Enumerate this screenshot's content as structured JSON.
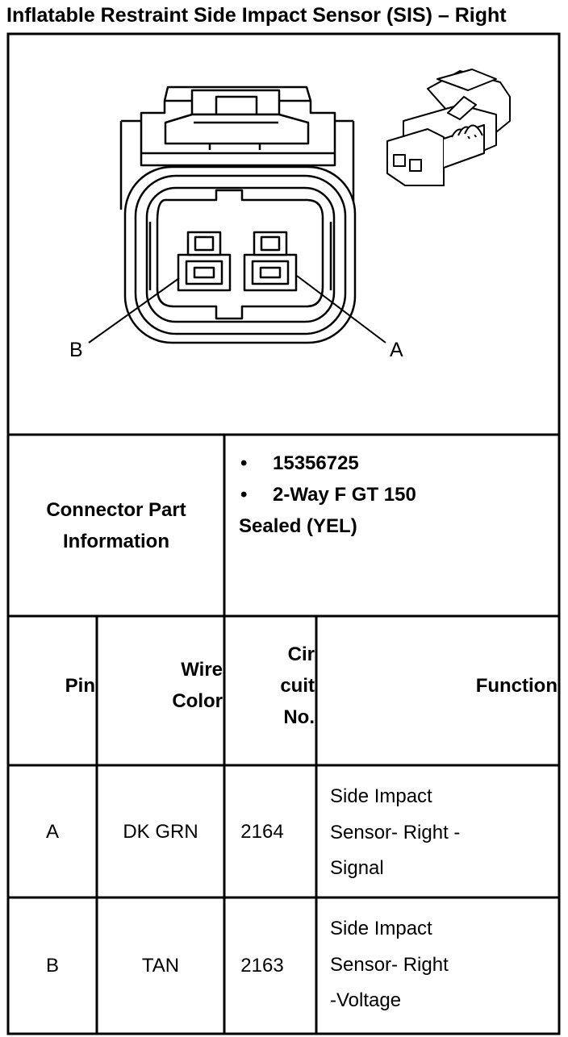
{
  "title": "Inflatable Restraint Side Impact Sensor (SIS) – Right",
  "diagram": {
    "pin_labels": {
      "left": "B",
      "right": "A"
    }
  },
  "connector_info": {
    "label_lines": [
      "Connector Part",
      "Information"
    ],
    "bullets": [
      "15356725",
      "2-Way F GT 150"
    ],
    "continuation": "Sealed (YEL)"
  },
  "table": {
    "headers": {
      "pin": [
        "Pin"
      ],
      "wire_color": [
        "Wire",
        "Color"
      ],
      "circuit": [
        "Cir",
        "cuit",
        "No."
      ],
      "function": [
        "Function"
      ]
    },
    "rows": [
      {
        "pin": "A",
        "wire_color": "DK GRN",
        "circuit": "2164",
        "function": [
          "Side Impact",
          "Sensor- Right -",
          "Signal"
        ]
      },
      {
        "pin": "B",
        "wire_color": "TAN",
        "circuit": "2163",
        "function": [
          "Side Impact",
          "Sensor- Right",
          "-Voltage"
        ]
      }
    ]
  }
}
